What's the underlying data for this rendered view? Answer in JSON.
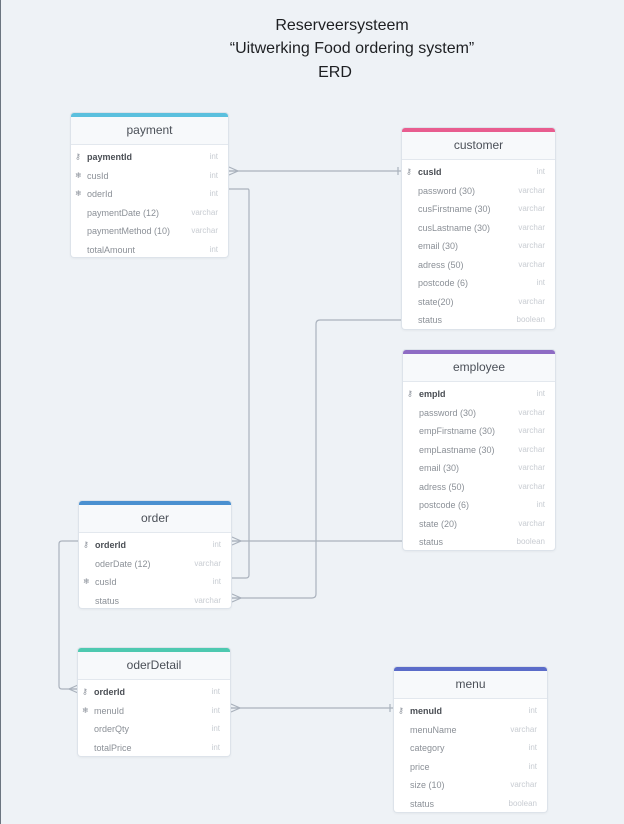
{
  "header": {
    "line1": "Reserveersysteem",
    "line2": "“Uitwerking Food ordering system”",
    "line3": "ERD"
  },
  "colors": {
    "payment": "#5bc0de",
    "customer": "#e85d8f",
    "employee": "#8e6cc4",
    "order": "#4a90d0",
    "oderDetail": "#4ec9b0",
    "menu": "#5b6cc9",
    "link": "#aab2bd"
  },
  "tables": {
    "payment": {
      "title": "payment",
      "rows": [
        {
          "name": "paymentId",
          "type": "int",
          "icon": "key-icon",
          "pk": true
        },
        {
          "name": "cusId",
          "type": "int",
          "icon": "foreign-key-icon"
        },
        {
          "name": "oderId",
          "type": "int",
          "icon": "foreign-key-icon"
        },
        {
          "name": "paymentDate (12)",
          "type": "varchar"
        },
        {
          "name": "paymentMethod (10)",
          "type": "varchar"
        },
        {
          "name": "totalAmount",
          "type": "int"
        }
      ]
    },
    "customer": {
      "title": "customer",
      "rows": [
        {
          "name": "cusId",
          "type": "int",
          "icon": "key-icon",
          "pk": true
        },
        {
          "name": "password (30)",
          "type": "varchar"
        },
        {
          "name": "cusFirstname (30)",
          "type": "varchar"
        },
        {
          "name": "cusLastname (30)",
          "type": "varchar"
        },
        {
          "name": "email (30)",
          "type": "varchar"
        },
        {
          "name": "adress (50)",
          "type": "varchar"
        },
        {
          "name": "postcode (6)",
          "type": "int"
        },
        {
          "name": "state(20)",
          "type": "varchar"
        },
        {
          "name": "status",
          "type": "boolean"
        }
      ]
    },
    "employee": {
      "title": "employee",
      "rows": [
        {
          "name": "empId",
          "type": "int",
          "icon": "key-icon",
          "pk": true
        },
        {
          "name": "password (30)",
          "type": "varchar"
        },
        {
          "name": "empFirstname (30)",
          "type": "varchar"
        },
        {
          "name": "empLastname (30)",
          "type": "varchar"
        },
        {
          "name": "email (30)",
          "type": "varchar"
        },
        {
          "name": "adress (50)",
          "type": "varchar"
        },
        {
          "name": "postcode (6)",
          "type": "int"
        },
        {
          "name": "state (20)",
          "type": "varchar"
        },
        {
          "name": "status",
          "type": "boolean"
        }
      ]
    },
    "order": {
      "title": "order",
      "rows": [
        {
          "name": "orderId",
          "type": "int",
          "icon": "key-icon",
          "pk": true
        },
        {
          "name": "oderDate (12)",
          "type": "varchar"
        },
        {
          "name": "cusId",
          "type": "int",
          "icon": "foreign-key-icon"
        },
        {
          "name": "status",
          "type": "varchar"
        }
      ]
    },
    "oderDetail": {
      "title": "oderDetail",
      "rows": [
        {
          "name": "orderId",
          "type": "int",
          "icon": "key-icon",
          "pk": true
        },
        {
          "name": "menuId",
          "type": "int",
          "icon": "foreign-key-icon"
        },
        {
          "name": "orderQty",
          "type": "int"
        },
        {
          "name": "totalPrice",
          "type": "int"
        }
      ]
    },
    "menu": {
      "title": "menu",
      "rows": [
        {
          "name": "menuId",
          "type": "int",
          "icon": "key-icon",
          "pk": true
        },
        {
          "name": "menuName",
          "type": "varchar"
        },
        {
          "name": "category",
          "type": "int"
        },
        {
          "name": "price",
          "type": "int"
        },
        {
          "name": "size (10)",
          "type": "varchar"
        },
        {
          "name": "status",
          "type": "boolean"
        }
      ]
    }
  }
}
